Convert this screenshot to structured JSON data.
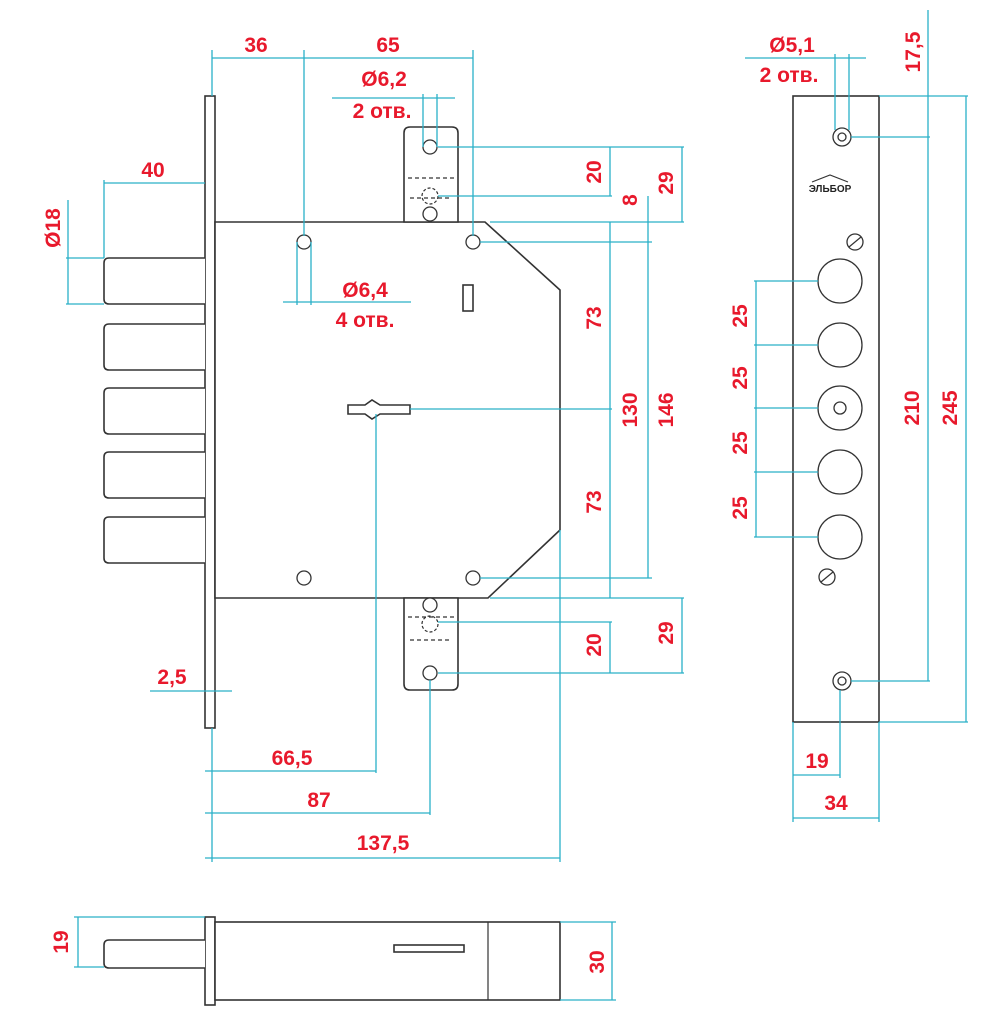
{
  "dimensions": {
    "d36": "36",
    "d65": "65",
    "d40": "40",
    "d18": "Ø18",
    "d62": "Ø6,2",
    "holes2a": "2 отв.",
    "d64": "Ø6,4",
    "holes4": "4 отв.",
    "d20a": "20",
    "d29a": "29",
    "d8": "8",
    "d73a": "73",
    "d130": "130",
    "d146": "146",
    "d73b": "73",
    "d20b": "20",
    "d29b": "29",
    "d25": "2,5",
    "d665": "66,5",
    "d87": "87",
    "d1375": "137,5",
    "d51": "Ø5,1",
    "holes2b": "2 отв.",
    "d175": "17,5",
    "p25a": "25",
    "p25b": "25",
    "p25c": "25",
    "p25d": "25",
    "d210": "210",
    "d245": "245",
    "d19a": "19",
    "d34": "34",
    "d19b": "19",
    "d30": "30"
  },
  "logo": "ЭЛЬБОР",
  "colors": {
    "dimension_line": "#2ab0c8",
    "label": "#e8192c",
    "outline": "#333333"
  }
}
